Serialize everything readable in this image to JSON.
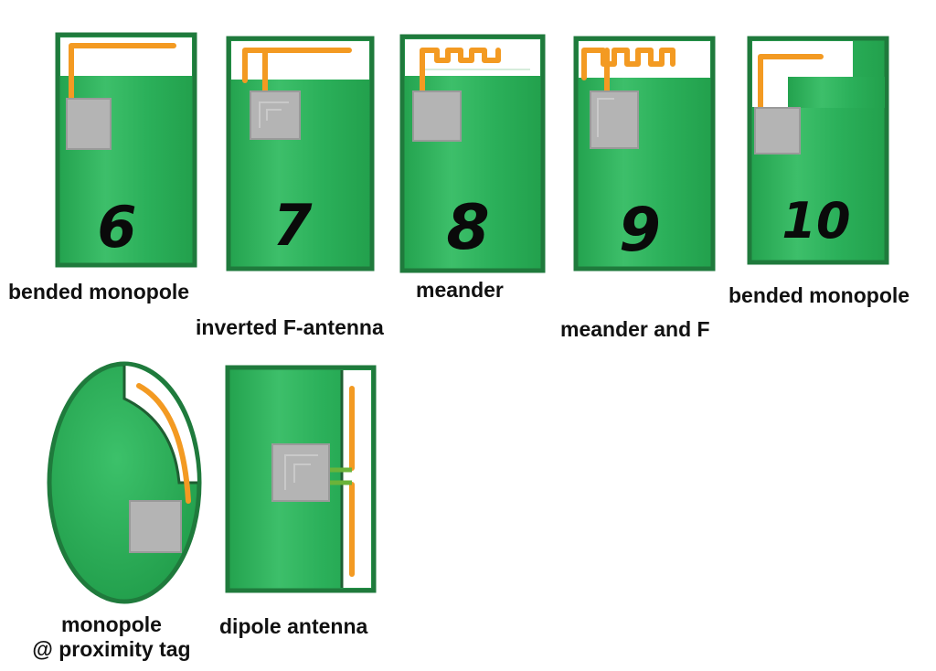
{
  "boards": [
    {
      "number": "6",
      "label": "bended monopole"
    },
    {
      "number": "7",
      "label": "inverted F-antenna"
    },
    {
      "number": "8",
      "label": "meander"
    },
    {
      "number": "9",
      "label": "meander and F"
    },
    {
      "number": "10",
      "label": "bended monopole"
    }
  ],
  "proximity_tag": {
    "label_line1": "monopole",
    "label_line2": "@ proximity tag"
  },
  "dipole": {
    "label": "dipole antenna"
  },
  "colors": {
    "board_green": "#2db35a",
    "board_border": "#1f7a3c",
    "antenna_trace": "#f39a22",
    "chip": "#b4b4b4"
  }
}
